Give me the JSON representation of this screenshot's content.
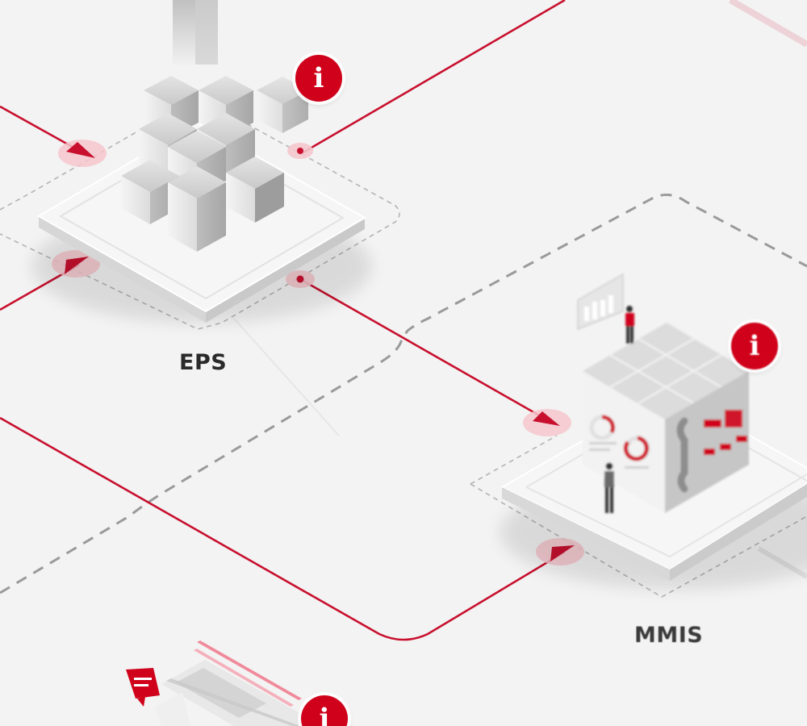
{
  "nodes": {
    "eps": {
      "label": "EPS"
    },
    "mmis": {
      "label": "MMIS"
    }
  },
  "info_badges": {
    "eps": "i",
    "mmis": "i",
    "bottom": "i"
  },
  "icons": [
    "cube-stack-icon",
    "info-icon",
    "arrow-icon",
    "dashboard-board-icon",
    "person-icon",
    "chat-bubble-icon",
    "browser-window-icon"
  ],
  "colors": {
    "accent": "#d0021b",
    "connector": "#c8102e",
    "background": "#f3f3f3",
    "dashed_outline": "#9a9a9a"
  }
}
